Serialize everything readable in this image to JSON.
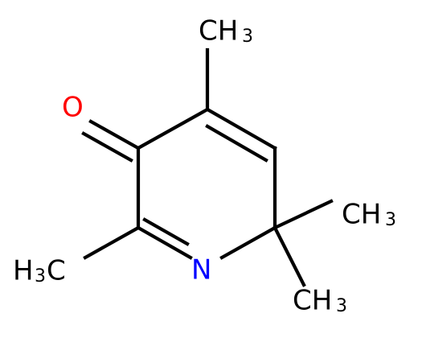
{
  "molecule": {
    "colors": {
      "bond": "#000000",
      "carbon_label": "#000000",
      "oxygen": "#ff0000",
      "nitrogen": "#0000ff"
    },
    "labels": {
      "methyl_top": {
        "main": "CH",
        "sub": "3"
      },
      "oxygen": "O",
      "methyl_right": {
        "main": "CH",
        "sub": "3"
      },
      "methyl_left": {
        "main": "H",
        "sub": "3",
        "tail": "C"
      },
      "nitrogen": "N",
      "methyl_bottom_right": {
        "main": "CH",
        "sub": "3"
      }
    }
  }
}
